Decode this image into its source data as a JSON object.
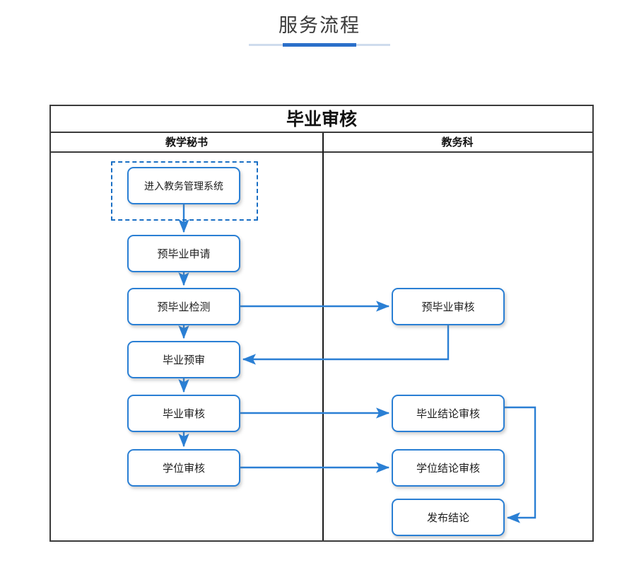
{
  "page": {
    "title": "服务流程",
    "accent_color": "#2a6fc9",
    "flow_line_color": "#2a7fd4",
    "border_color": "#3b3b3b",
    "background": "#ffffff"
  },
  "swimlane": {
    "title": "毕业审核",
    "lanes": [
      {
        "id": "teaching-secretary",
        "label": "教学秘书"
      },
      {
        "id": "academic-affairs",
        "label": "教务科"
      }
    ]
  },
  "flow": {
    "nodes": [
      {
        "id": "enter-system",
        "label": "进入教务管理系统",
        "lane": "teaching-secretary",
        "grouped": true
      },
      {
        "id": "pregrad-apply",
        "label": "预毕业申请",
        "lane": "teaching-secretary"
      },
      {
        "id": "pregrad-check",
        "label": "预毕业检测",
        "lane": "teaching-secretary"
      },
      {
        "id": "grad-preaudit",
        "label": "毕业预审",
        "lane": "teaching-secretary"
      },
      {
        "id": "grad-audit",
        "label": "毕业审核",
        "lane": "teaching-secretary"
      },
      {
        "id": "degree-audit",
        "label": "学位审核",
        "lane": "teaching-secretary"
      },
      {
        "id": "pregrad-review",
        "label": "预毕业审核",
        "lane": "academic-affairs"
      },
      {
        "id": "grad-concl-review",
        "label": "毕业结论审核",
        "lane": "academic-affairs"
      },
      {
        "id": "deg-concl-review",
        "label": "学位结论审核",
        "lane": "academic-affairs"
      },
      {
        "id": "publish-concl",
        "label": "发布结论",
        "lane": "academic-affairs"
      }
    ],
    "edges": [
      {
        "from": "enter-system",
        "to": "pregrad-apply",
        "direction": "down"
      },
      {
        "from": "pregrad-apply",
        "to": "pregrad-check",
        "direction": "down"
      },
      {
        "from": "pregrad-check",
        "to": "grad-preaudit",
        "direction": "down"
      },
      {
        "from": "pregrad-check",
        "to": "pregrad-review",
        "direction": "right"
      },
      {
        "from": "pregrad-review",
        "to": "grad-preaudit",
        "direction": "down-left"
      },
      {
        "from": "grad-preaudit",
        "to": "grad-audit",
        "direction": "down"
      },
      {
        "from": "grad-audit",
        "to": "degree-audit",
        "direction": "down"
      },
      {
        "from": "grad-audit",
        "to": "grad-concl-review",
        "direction": "right"
      },
      {
        "from": "degree-audit",
        "to": "deg-concl-review",
        "direction": "right"
      },
      {
        "from": "grad-concl-review",
        "to": "publish-concl",
        "direction": "right-down-left"
      }
    ],
    "group_frame": {
      "around": "enter-system",
      "style": "dashed",
      "color": "#1a6fc4"
    }
  }
}
